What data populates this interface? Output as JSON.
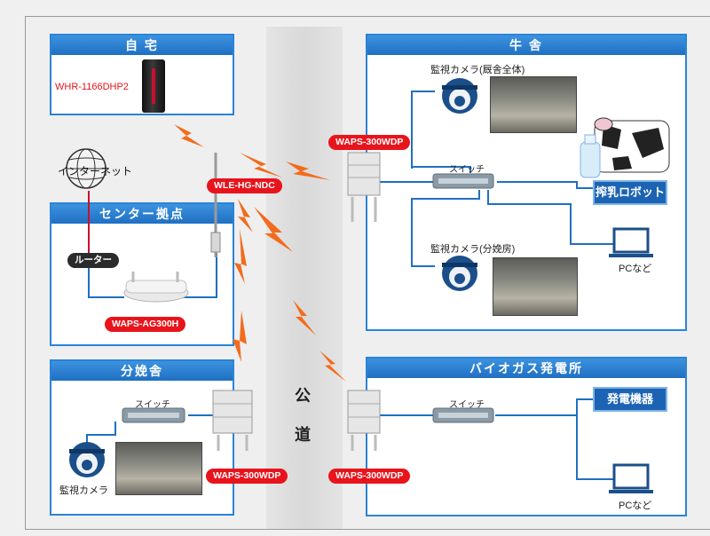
{
  "zones": {
    "home": {
      "title": "自 宅",
      "router_label": "WHR-1166DHP2"
    },
    "internet": {
      "label": "インターネット"
    },
    "center": {
      "title": "センター拠点",
      "router_label": "ルーター",
      "ap_label": "WAPS-AG300H"
    },
    "antenna": {
      "label": "WLE-HG-NDC"
    },
    "farrow": {
      "title": "分娩舎",
      "switch_label": "スイッチ",
      "camera_label": "監視カメラ",
      "ap_label": "WAPS-300WDP"
    },
    "barn": {
      "title": "牛 舎",
      "ap_label": "WAPS-300WDP",
      "camera1_label": "監視カメラ(厩舎全体)",
      "camera2_label": "監視カメラ(分娩房)",
      "switch_label": "スイッチ",
      "robot_label": "搾乳ロボット",
      "pc_label": "PCなど"
    },
    "road": {
      "char1": "公",
      "char2": "道"
    },
    "biogas": {
      "title": "バイオガス発電所",
      "ap_label": "WAPS-300WDP",
      "switch_label": "スイッチ",
      "generator_label": "発電機器",
      "pc_label": "PCなど"
    }
  },
  "colors": {
    "zone_blue": "#2a84d6",
    "label_red": "#e8141c",
    "link_red": "#c8102e",
    "link_blue": "#1f6fc2",
    "wireless_orange": "#f36b1c"
  }
}
